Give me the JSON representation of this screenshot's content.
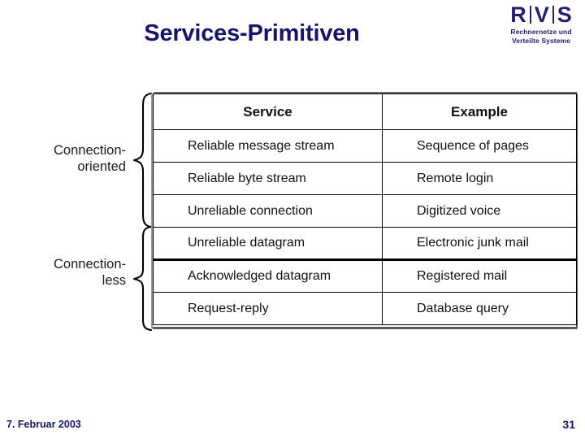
{
  "slide": {
    "title": "Services-Primitiven"
  },
  "logo": {
    "letters": [
      "R",
      "V",
      "S"
    ],
    "subtitle_line1": "Rechnernetze und",
    "subtitle_line2": "Verteilte Systeme",
    "color": "#202074"
  },
  "groups": [
    {
      "label_line1": "Connection-",
      "label_line2": "oriented"
    },
    {
      "label_line1": "Connection-",
      "label_line2": "less"
    }
  ],
  "table": {
    "headers": [
      "Service",
      "Example"
    ],
    "rows": [
      {
        "service": "Reliable message stream",
        "example": "Sequence of pages"
      },
      {
        "service": "Reliable byte stream",
        "example": "Remote login"
      },
      {
        "service": "Unreliable connection",
        "example": "Digitized voice"
      },
      {
        "service": "Unreliable datagram",
        "example": "Electronic junk mail"
      },
      {
        "service": "Acknowledged datagram",
        "example": "Registered mail"
      },
      {
        "service": "Request-reply",
        "example": "Database query"
      }
    ]
  },
  "footer": {
    "date": "7. Februar 2003",
    "page_number": "31"
  }
}
